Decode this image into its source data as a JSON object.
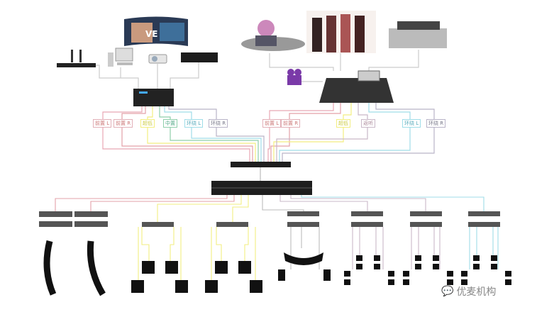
{
  "left_channels": [
    {
      "label": "前置 L",
      "color": "#e8a6b4"
    },
    {
      "label": "前置 R",
      "color": "#e3a0a8"
    },
    {
      "label": "超低",
      "color": "#f2ee80"
    },
    {
      "label": "中置",
      "color": "#8fcfab"
    },
    {
      "label": "环绕 L",
      "color": "#9fdde8"
    },
    {
      "label": "环绕 R",
      "color": "#b9b4c8"
    }
  ],
  "right_channels": [
    {
      "label": "前置 L",
      "color": "#e8a6b4"
    },
    {
      "label": "前置 R",
      "color": "#e3a0a8"
    },
    {
      "label": "超低",
      "color": "#f2ee80"
    },
    {
      "label": "返听",
      "color": "#c9b8c8"
    },
    {
      "label": "环绕 L",
      "color": "#9fdde8"
    },
    {
      "label": "环绕 R",
      "color": "#b9b4c8"
    }
  ],
  "screen_text": "VE",
  "watermark": "优麦机构"
}
